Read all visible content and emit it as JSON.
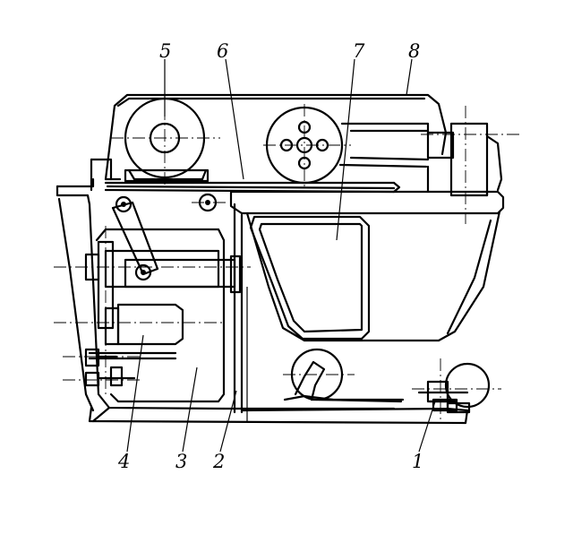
{
  "labels": {
    "l1": "1",
    "l2": "2",
    "l3": "3",
    "l4": "4",
    "l5": "5",
    "l6": "6",
    "l7": "7",
    "l8": "8"
  }
}
